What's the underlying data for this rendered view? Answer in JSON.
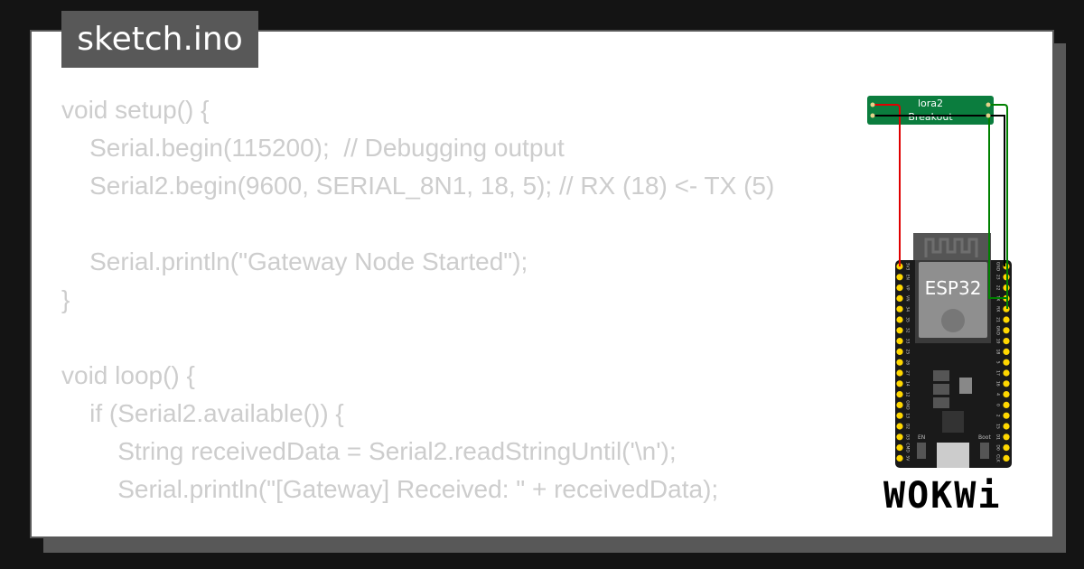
{
  "title": "sketch.ino",
  "code_lines": [
    "void setup() {",
    "    Serial.begin(115200);  // Debugging output",
    "    Serial2.begin(9600, SERIAL_8N1, 18, 5); // RX (18) <- TX (5)",
    "",
    "    Serial.println(\"Gateway Node Started\");",
    "}",
    "",
    "void loop() {",
    "    if (Serial2.available()) {",
    "        String receivedData = Serial2.readStringUntil('\\n');",
    "        Serial.println(\"[Gateway] Received: \" + receivedData);"
  ],
  "lora": {
    "label_line1": "lora2",
    "label_line2": "Breakout",
    "color": "#0b7d3e"
  },
  "esp32": {
    "label": "ESP32",
    "left_pins": [
      "3V3",
      "EN",
      "VP",
      "VN",
      "34",
      "35",
      "32",
      "33",
      "25",
      "26",
      "27",
      "14",
      "12",
      "GND",
      "13",
      "D2",
      "D3",
      "CMD",
      "5V"
    ],
    "right_pins": [
      "GND",
      "23",
      "22",
      "TX",
      "RX",
      "21",
      "GND",
      "19",
      "18",
      "5",
      "17",
      "16",
      "4",
      "0",
      "2",
      "15",
      "D1",
      "D0",
      "CLK"
    ],
    "button_en": "EN",
    "button_boot": "Boot"
  },
  "wires": {
    "red": "#e00000",
    "black": "#000000",
    "green": "#008000"
  },
  "logo": "WOKWi"
}
